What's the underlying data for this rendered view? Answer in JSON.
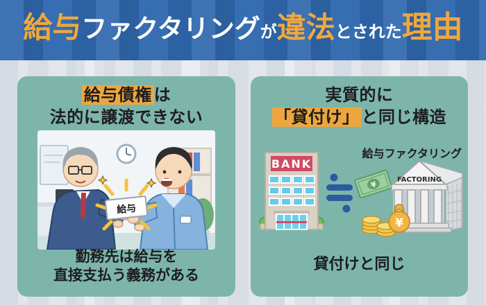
{
  "colors": {
    "banner_blue": "#2f68ae",
    "accent_orange": "#eda63e",
    "panel_teal": "#7db5ab",
    "text_dark": "#1d1d1f",
    "approx_blue": "#2b5c9e",
    "bank_sign_red": "#d04b63"
  },
  "banner": {
    "seg1": "給与",
    "seg2": "ファクタリング",
    "seg3": "が",
    "seg4": "違法",
    "seg5": "とされた",
    "seg6": "理由"
  },
  "left_panel": {
    "title_highlight": "給与債権",
    "title_tail": "は",
    "title_line2": "法的に譲渡できない",
    "illustration": {
      "envelope_label": "給与"
    },
    "caption_line1": "勤務先は給与を",
    "caption_line2": "直接支払う義務がある"
  },
  "right_panel": {
    "title_line1": "実質的に",
    "title_highlight": "「貸付け」",
    "title_tail": "と同じ構造",
    "label_factoring": "給与ファクタリング",
    "bank_sign": "BANK",
    "factoring_sign": "FACTORING",
    "banknote_currency": "¥",
    "moneybag_currency": "¥",
    "caption": "貸付けと同じ"
  },
  "icons": {
    "approximately_equal_icon": "≒",
    "sparkle_icon": "✦"
  }
}
